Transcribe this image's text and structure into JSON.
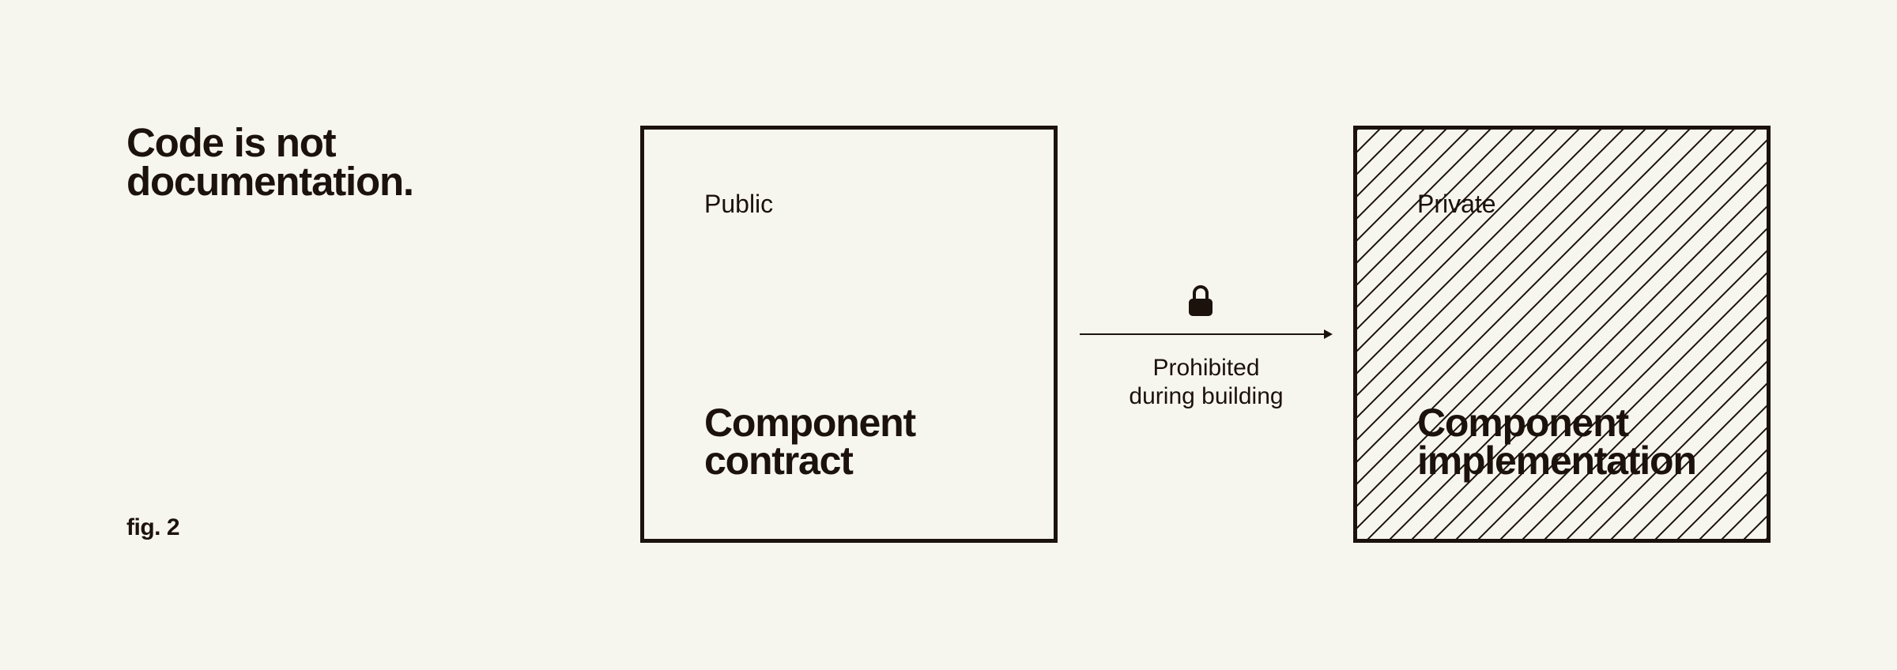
{
  "heading": {
    "line1": "Code is not",
    "line2": "documentation."
  },
  "figure_label": "fig. 2",
  "public_box": {
    "tag": "Public",
    "title_line1": "Component",
    "title_line2": "contract"
  },
  "private_box": {
    "tag": "Private",
    "title_line1": "Component",
    "title_line2": "implementation",
    "fill_pattern": "diagonal-hatch"
  },
  "connector": {
    "icon": "lock-icon",
    "label_line1": "Prohibited",
    "label_line2": "during building"
  },
  "colors": {
    "background": "#f7f6ee",
    "ink": "#1c120c"
  }
}
